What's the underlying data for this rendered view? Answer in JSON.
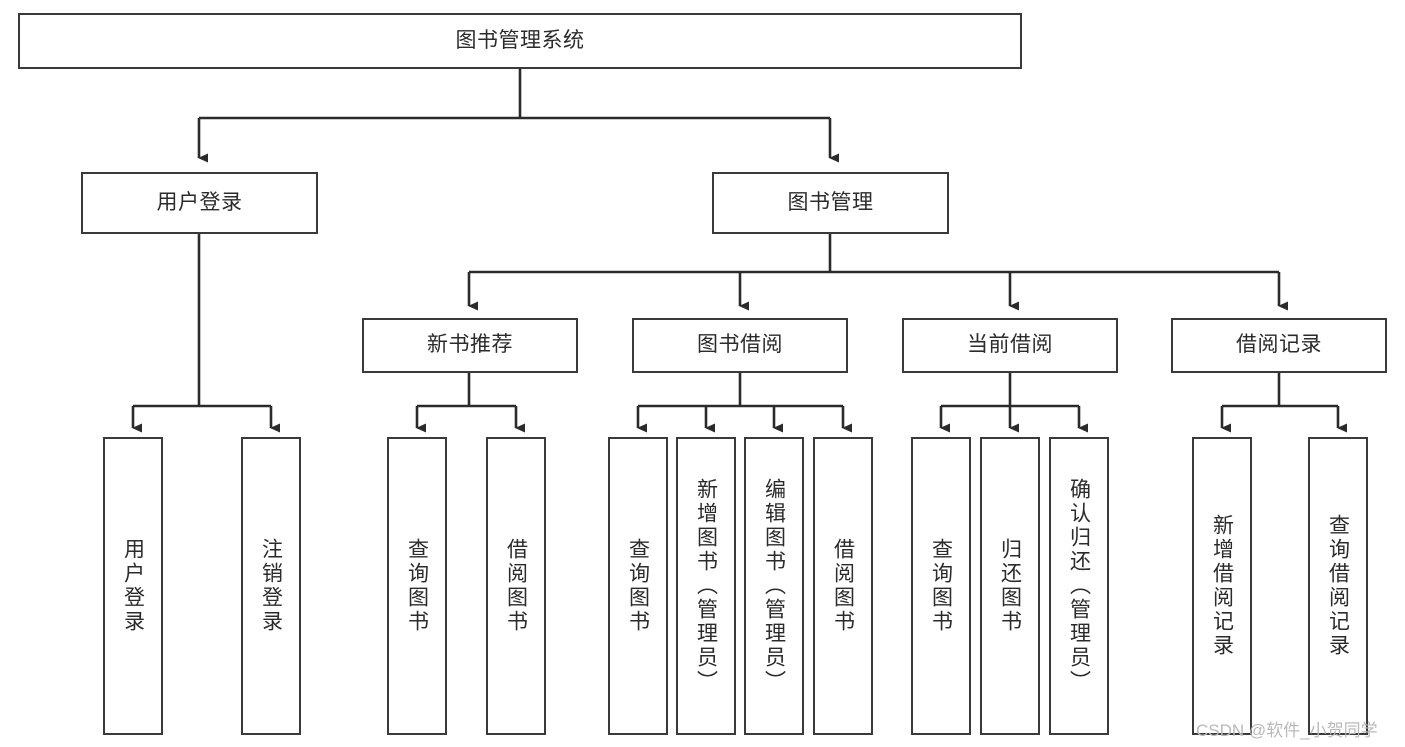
{
  "diagram": {
    "type": "tree-hierarchy",
    "title": "图书管理系统",
    "watermark": "CSDN @软件_小贺同学",
    "colors": {
      "box_border": "#3a3a3a",
      "box_fill": "#ffffff",
      "connector": "#2b2b2b",
      "text": "#2b2b2b",
      "watermark": "#b9b9b9",
      "background": "#ffffff"
    },
    "nodes": {
      "root": {
        "label": "图书管理系统"
      },
      "level2": [
        {
          "id": "user-login",
          "label": "用户登录"
        },
        {
          "id": "book-management",
          "label": "图书管理"
        }
      ],
      "level3": [
        {
          "id": "new-book-recommend",
          "label": "新书推荐"
        },
        {
          "id": "book-borrow",
          "label": "图书借阅"
        },
        {
          "id": "current-borrow",
          "label": "当前借阅"
        },
        {
          "id": "borrow-record",
          "label": "借阅记录"
        }
      ],
      "leaves": {
        "user_login": [
          {
            "id": "leaf-user-login",
            "label": "用户登录"
          },
          {
            "id": "leaf-logout",
            "label": "注销登录"
          }
        ],
        "new_book_recommend": [
          {
            "id": "leaf-query-book-1",
            "label": "查询图书"
          },
          {
            "id": "leaf-borrow-book-1",
            "label": "借阅图书"
          }
        ],
        "book_borrow": [
          {
            "id": "leaf-query-book-2",
            "label": "查询图书"
          },
          {
            "id": "leaf-add-book",
            "label": "新增图书（管理员）"
          },
          {
            "id": "leaf-edit-book",
            "label": "编辑图书（管理员）"
          },
          {
            "id": "leaf-borrow-book-2",
            "label": "借阅图书"
          }
        ],
        "current_borrow": [
          {
            "id": "leaf-query-book-3",
            "label": "查询图书"
          },
          {
            "id": "leaf-return-book",
            "label": "归还图书"
          },
          {
            "id": "leaf-confirm-return",
            "label": "确认归还（管理员）"
          }
        ],
        "borrow_record": [
          {
            "id": "leaf-add-record",
            "label": "新增借阅记录"
          },
          {
            "id": "leaf-query-record",
            "label": "查询借阅记录"
          }
        ]
      }
    }
  }
}
